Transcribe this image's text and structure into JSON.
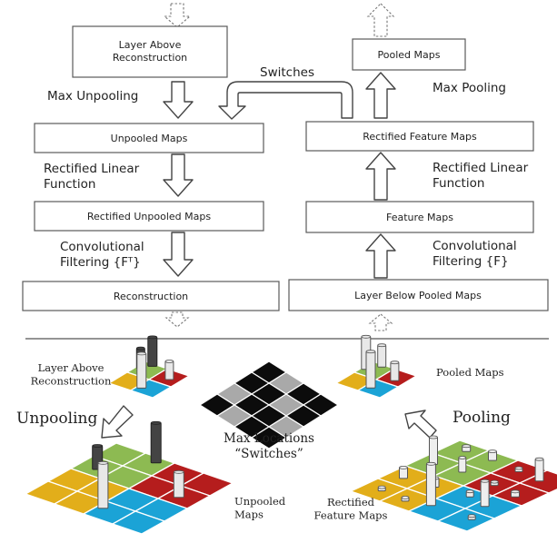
{
  "top_left": {
    "layer_above": "Layer Above\nReconstruction",
    "max_unpooling": "Max Unpooling",
    "unpooled_maps": "Unpooled Maps",
    "rectified_linear": "Rectified Linear\nFunction",
    "rectified_unpooled": "Rectified Unpooled Maps",
    "conv_filtering": "Convolutional\nFiltering {Fᵀ}",
    "reconstruction": "Reconstruction"
  },
  "top_right": {
    "pooled_maps": "Pooled Maps",
    "max_pooling": "Max Pooling",
    "rectified_feature_maps": "Rectified Feature Maps",
    "rectified_linear": "Rectified Linear\nFunction",
    "feature_maps": "Feature Maps",
    "conv_filtering": "Convolutional\nFiltering {F}",
    "layer_below": "Layer Below Pooled Maps"
  },
  "switches": "Switches",
  "bottom": {
    "layer_above": "Layer Above\nReconstruction",
    "unpooling": "Unpooling",
    "max_locations": "Max Locations\n“Switches”",
    "pooled_maps": "Pooled Maps",
    "pooling": "Pooling",
    "unpooled_maps": "Unpooled\nMaps",
    "rectified_feature_maps": "Rectified\nFeature Maps"
  },
  "colors": {
    "yellow": "#e2ae1a",
    "green": "#8dba52",
    "blue": "#1ba3d6",
    "red": "#b51d1d"
  }
}
